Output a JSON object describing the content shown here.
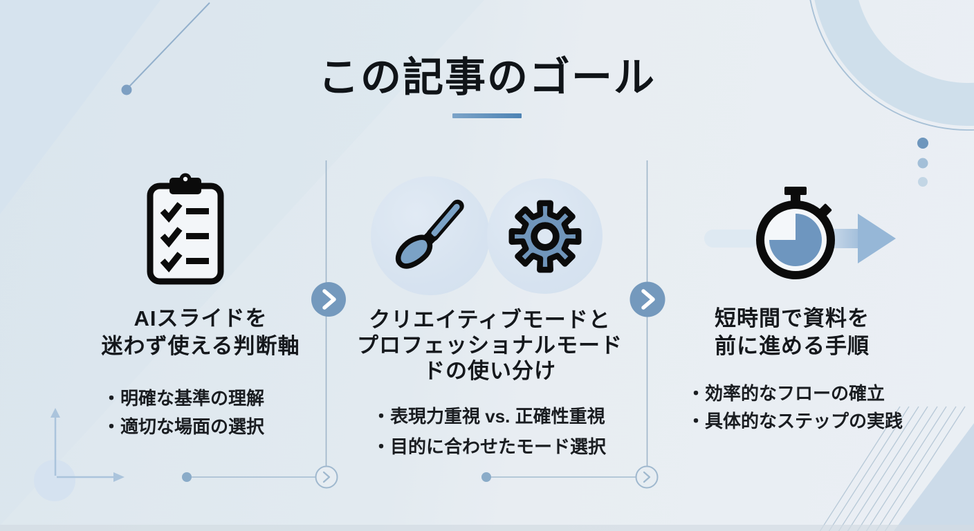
{
  "header": {
    "title": "この記事のゴール",
    "underline_color": "#5f8fbd"
  },
  "columns": [
    {
      "id": "judgment-axis",
      "icon": "checklist-clipboard-icon",
      "heading_lines": [
        "AIスライドを",
        "迷わず使える判断軸"
      ],
      "bullets": [
        "・明確な基準の理解",
        "・適切な場面の選択"
      ]
    },
    {
      "id": "mode-selection",
      "icons": [
        "paintbrush-icon",
        "gear-icon"
      ],
      "heading_lines": [
        "クリエイティブモードと",
        "プロフェッショナルモード",
        "ドの使い分け"
      ],
      "bullets": [
        "・表現力重視 vs. 正確性重視",
        "・目的に合わせたモード選択"
      ]
    },
    {
      "id": "fast-workflow",
      "icon": "stopwatch-arrow-icon",
      "heading_lines": [
        "短時間で資料を",
        "前に進める手順"
      ],
      "bullets": [
        "・効率的なフローの確立",
        "・具体的なステップの実践"
      ]
    }
  ],
  "colors": {
    "accent_blue": "#6e96bf",
    "chevron_circle_blue": "#7499bd",
    "icon_circle_bg": "#d9e4f0",
    "connector_line": "#9fb8ce",
    "text_dark": "#15181c"
  }
}
